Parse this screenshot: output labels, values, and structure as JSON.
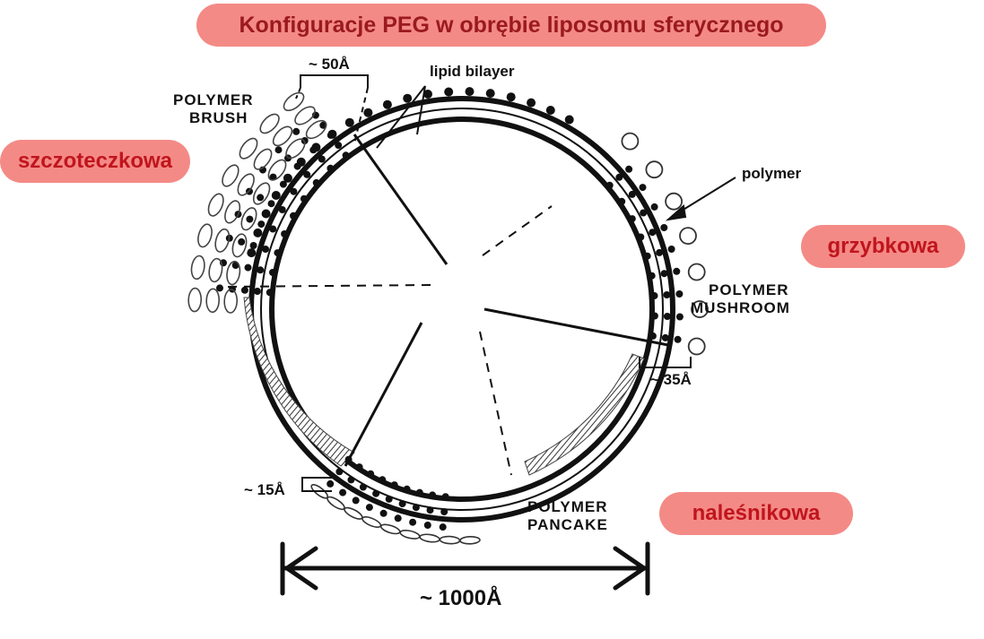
{
  "title": "Konfiguracje PEG w obrębie liposomu sferycznego",
  "regions": {
    "brush": {
      "label_pl": "szczoteczkowa",
      "label_line1": "POLYMER",
      "label_line2": "BRUSH",
      "dimension": "~ 50Å"
    },
    "mushroom": {
      "label_pl": "grzybkowa",
      "label_line1": "POLYMER",
      "label_line2": "MUSHROOM",
      "dimension": "~ 35Å"
    },
    "pancake": {
      "label_pl": "naleśnikowa",
      "label_line1": "POLYMER",
      "label_line2": "PANCAKE",
      "dimension": "~ 15Å"
    }
  },
  "annotations": {
    "lipid_bilayer": "lipid bilayer",
    "polymer": "polymer",
    "diameter": "~ 1000Å"
  },
  "colors": {
    "highlight_fill": "#f48a86",
    "highlight_text": "#c0151d",
    "title_text": "#9a1a1e",
    "line": "#111111"
  }
}
